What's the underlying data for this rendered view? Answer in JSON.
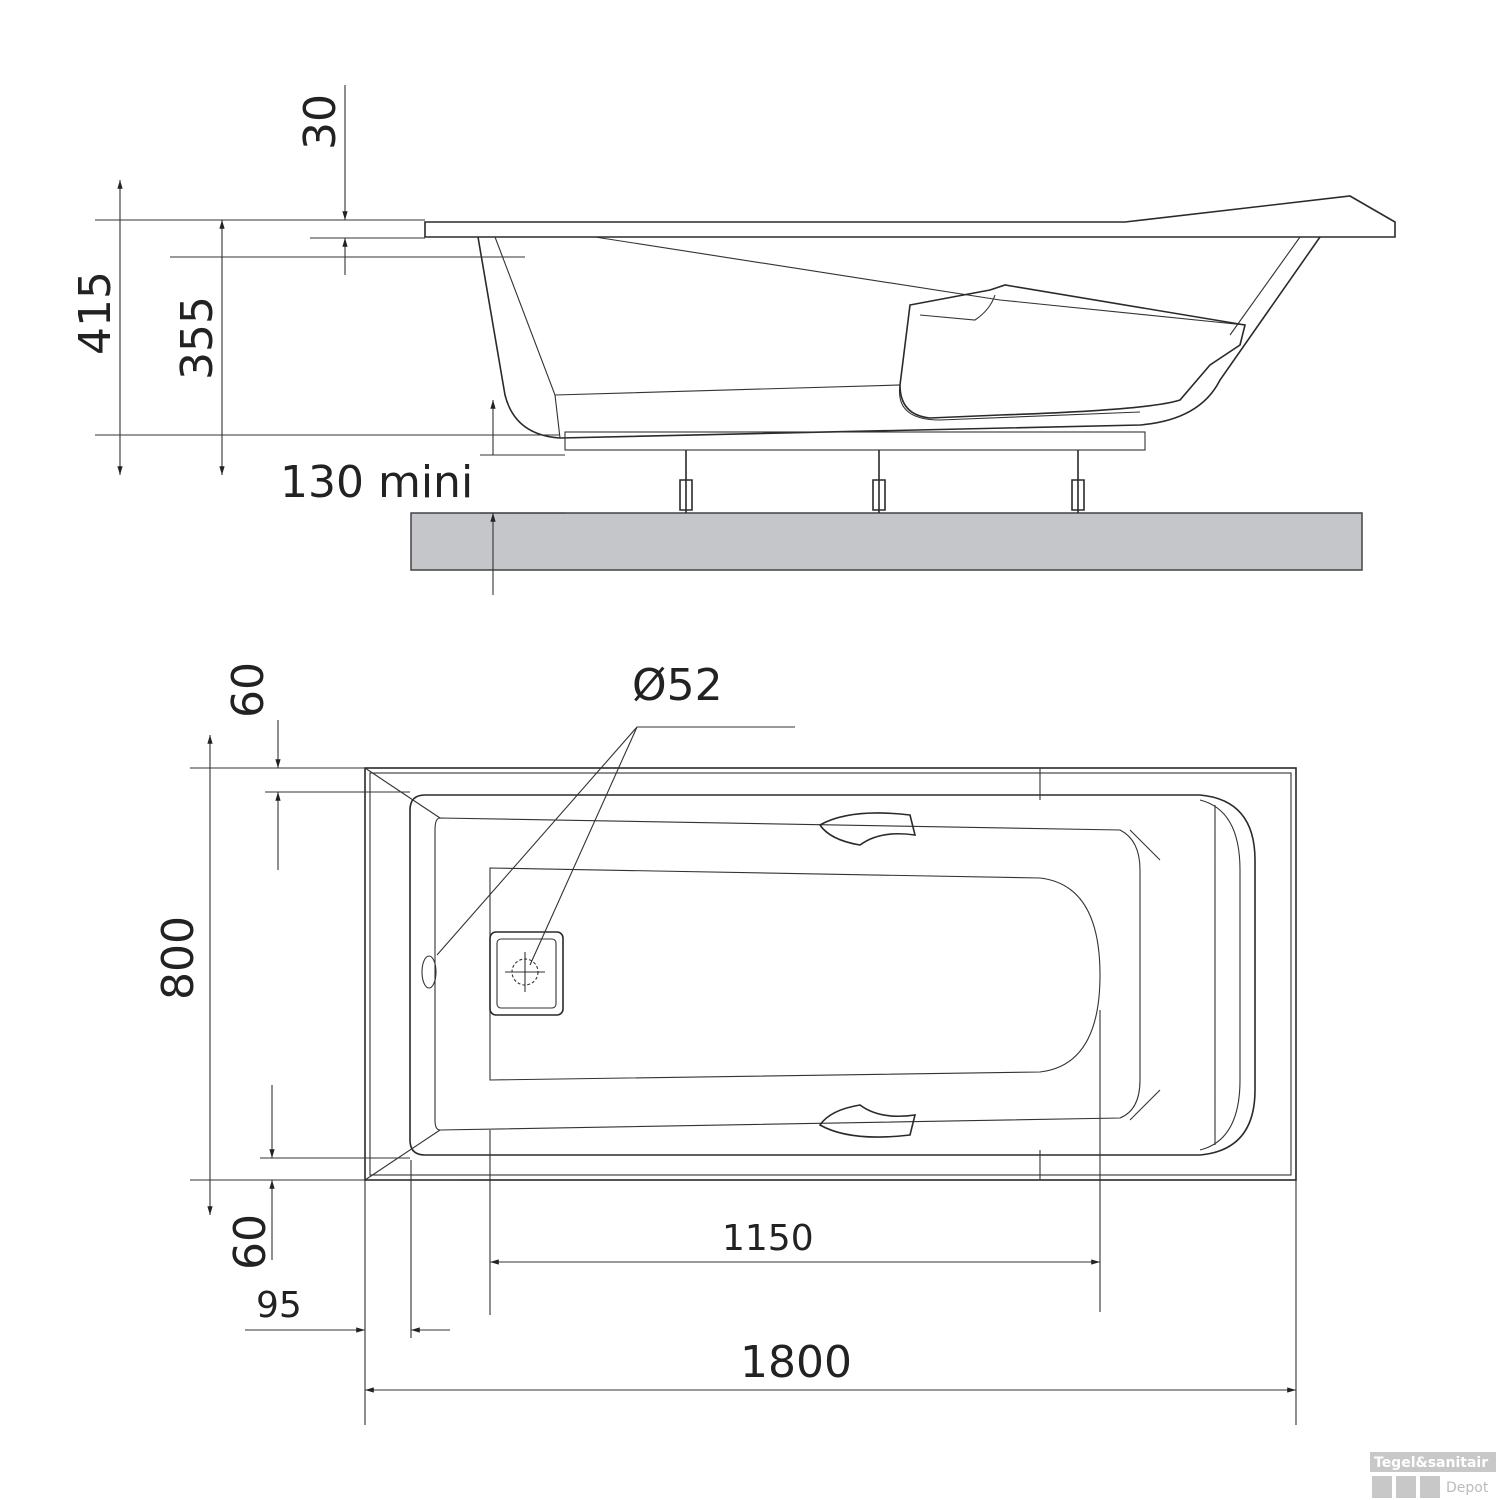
{
  "side_view": {
    "dim_rim": "30",
    "dim_total_height": "415",
    "dim_depth": "355",
    "dim_floor_clearance": "130 mini"
  },
  "top_view": {
    "dim_drain_diameter": "Ø52",
    "dim_rim_top": "60",
    "dim_width": "800",
    "dim_rim_bottom": "60",
    "dim_end_rim": "95",
    "dim_inner_length": "1150",
    "dim_total_length": "1800"
  },
  "watermark": {
    "line1": "Tegel&sanitair",
    "line2": "Depot"
  },
  "colors": {
    "line": "#2a2a2a",
    "floor": "#c4c6ca"
  }
}
